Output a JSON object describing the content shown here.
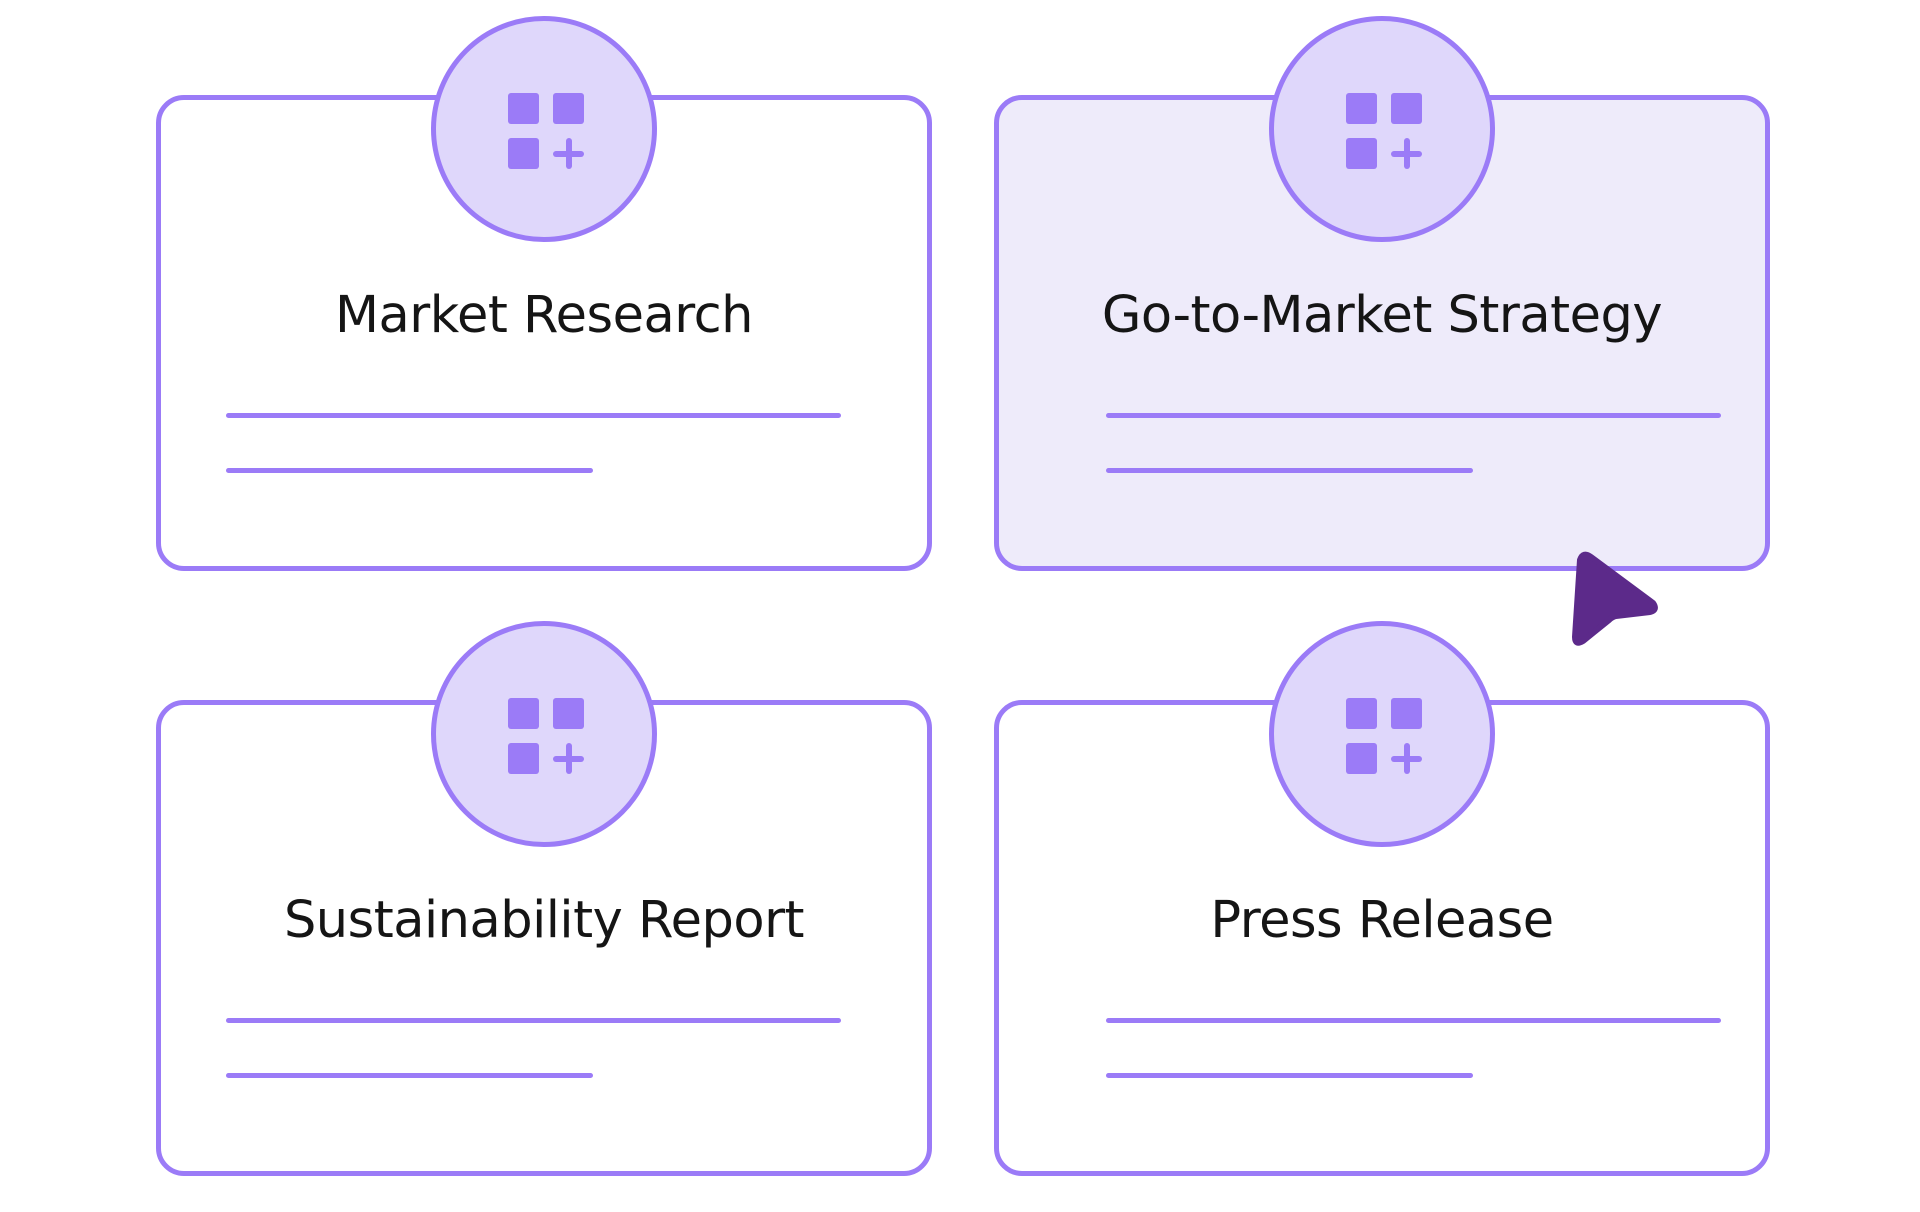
{
  "cards": [
    {
      "title": "Market Research",
      "icon": "apps-add-icon",
      "selected": false
    },
    {
      "title": "Go-to-Market Strategy",
      "icon": "apps-add-icon",
      "selected": true
    },
    {
      "title": "Sustainability Report",
      "icon": "apps-add-icon",
      "selected": false
    },
    {
      "title": "Press Release",
      "icon": "apps-add-icon",
      "selected": false
    }
  ],
  "colors": {
    "accent": "#9b7bf7",
    "badge_fill": "#dfd7fb",
    "selected_fill": "#eeebfa",
    "cursor": "#5c2a8a",
    "text": "#151515"
  },
  "cursor_icon": "pointer-arrow-icon"
}
